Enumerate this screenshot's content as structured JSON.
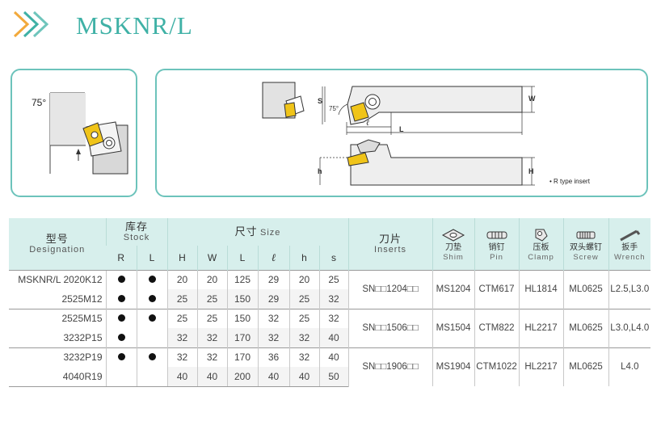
{
  "header": {
    "title": "MSKNR/L",
    "accent_color": "#3fb1a6"
  },
  "diagram": {
    "angle_label": "75°",
    "dimension_labels": {
      "s": "S",
      "w": "W",
      "l_small": "ℓ",
      "l_big": "L",
      "h": "h",
      "h_big": "H",
      "angle": "75°"
    },
    "note": "• R type insert"
  },
  "table": {
    "headers": {
      "designation_cn": "型号",
      "designation_en": "Designation",
      "stock_cn": "库存",
      "stock_en": "Stock",
      "size_cn": "尺寸",
      "size_en": "Size",
      "inserts_cn": "刀片",
      "inserts_en": "Inserts",
      "shim_cn": "刀垫",
      "shim_en": "Shim",
      "pin_cn": "销钉",
      "pin_en": "Pin",
      "clamp_cn": "压板",
      "clamp_en": "Clamp",
      "screw_cn": "双头螺钉",
      "screw_en": "Screw",
      "wrench_cn": "扳手",
      "wrench_en": "Wrench",
      "stock_r": "R",
      "stock_l": "L",
      "col_h": "H",
      "col_w": "W",
      "col_L": "L",
      "col_l": "ℓ",
      "col_hh": "h",
      "col_s": "s"
    },
    "rows": [
      {
        "name": "MSKNR/L 2020K12",
        "r": true,
        "l": true,
        "H": "20",
        "W": "20",
        "L": "125",
        "l_small": "29",
        "h": "20",
        "s": "25"
      },
      {
        "name": "2525M12",
        "r": true,
        "l": true,
        "H": "25",
        "W": "25",
        "L": "150",
        "l_small": "29",
        "h": "25",
        "s": "32"
      },
      {
        "name": "2525M15",
        "r": true,
        "l": true,
        "H": "25",
        "W": "25",
        "L": "150",
        "l_small": "32",
        "h": "25",
        "s": "32"
      },
      {
        "name": "3232P15",
        "r": true,
        "l": false,
        "H": "32",
        "W": "32",
        "L": "170",
        "l_small": "32",
        "h": "32",
        "s": "40"
      },
      {
        "name": "3232P19",
        "r": true,
        "l": true,
        "H": "32",
        "W": "32",
        "L": "170",
        "l_small": "36",
        "h": "32",
        "s": "40"
      },
      {
        "name": "4040R19",
        "r": false,
        "l": false,
        "H": "40",
        "W": "40",
        "L": "200",
        "l_small": "40",
        "h": "40",
        "s": "50"
      }
    ],
    "groups": [
      {
        "insert": "SN□□1204□□",
        "shim": "MS1204",
        "pin": "CTM617",
        "clamp": "HL1814",
        "screw": "ML0625",
        "wrench": "L2.5,L3.0"
      },
      {
        "insert": "SN□□1506□□",
        "shim": "MS1504",
        "pin": "CTM822",
        "clamp": "HL2217",
        "screw": "ML0625",
        "wrench": "L3.0,L4.0"
      },
      {
        "insert": "SN□□1906□□",
        "shim": "MS1904",
        "pin": "CTM1022",
        "clamp": "HL2217",
        "screw": "ML0625",
        "wrench": "L4.0"
      }
    ]
  }
}
